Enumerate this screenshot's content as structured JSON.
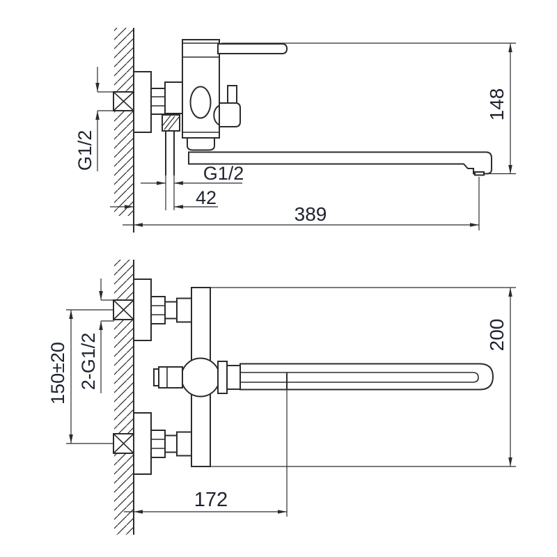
{
  "drawing": {
    "type": "faucet-installation-dimension-drawing",
    "views": {
      "top_view": {
        "name": "side-elevation",
        "dimensions": {
          "inlet_thread": "G1/2",
          "shower_outlet_thread": "G1/2",
          "wall_to_shower_outlet": "42",
          "spout_reach": "389",
          "overall_height": "148"
        }
      },
      "bottom_view": {
        "name": "plan-view",
        "dimensions": {
          "inlet_spacing": "150±20",
          "inlet_thread_pair": "2-G1/2",
          "wall_to_spout_joint": "172",
          "overall_width": "200"
        }
      }
    },
    "colors": {
      "line": "#2b2b2e",
      "text": "#1f2330",
      "background": "#ffffff"
    }
  }
}
